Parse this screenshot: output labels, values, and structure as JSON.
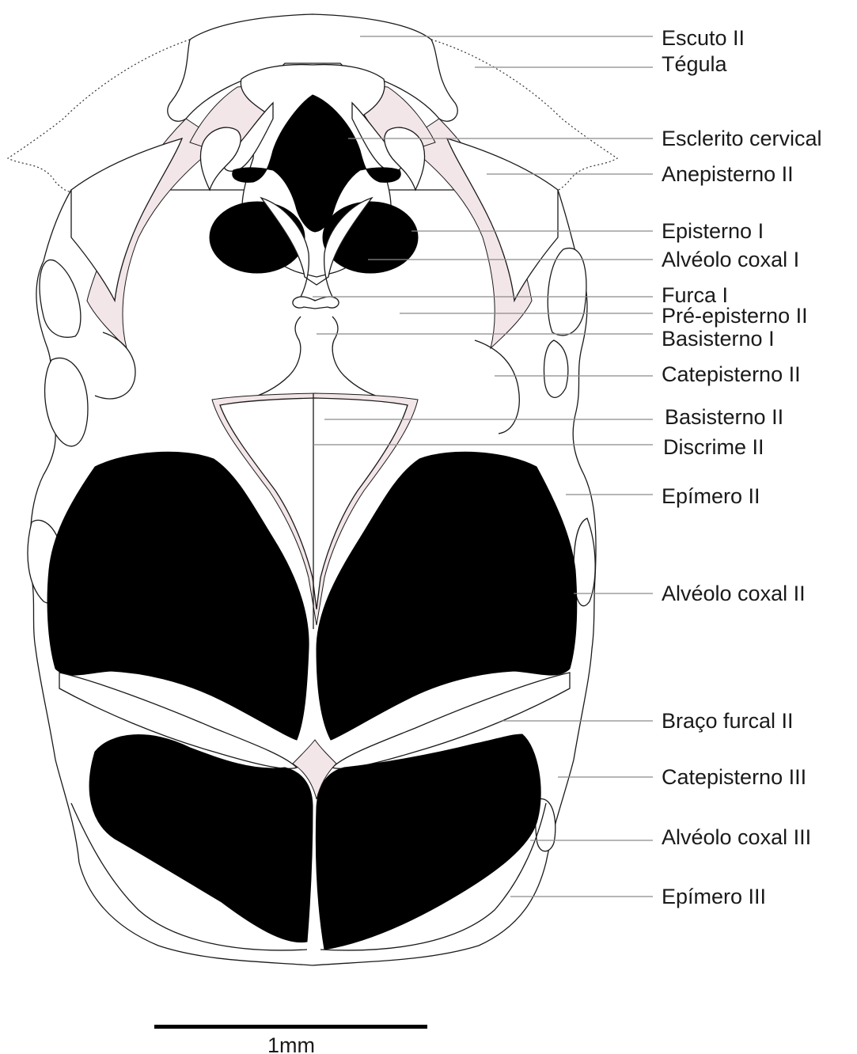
{
  "labels": [
    {
      "key": "escuto_ii",
      "text": "Escuto II"
    },
    {
      "key": "tegula",
      "text": "Tégula"
    },
    {
      "key": "esclerito_cervical",
      "text": "Esclerito cervical"
    },
    {
      "key": "anepisterno_ii",
      "text": "Anepisterno II"
    },
    {
      "key": "episterno_i",
      "text": "Episterno I"
    },
    {
      "key": "alveolo_coxal_i",
      "text": "Alvéolo coxal I"
    },
    {
      "key": "furca_i",
      "text": "Furca I"
    },
    {
      "key": "pre_episterno_ii",
      "text": "Pré-episterno II"
    },
    {
      "key": "basisterno_i",
      "text": "Basisterno I"
    },
    {
      "key": "catepisterno_ii",
      "text": "Catepisterno II"
    },
    {
      "key": "basisterno_ii",
      "text": "Basisterno II"
    },
    {
      "key": "discrime_ii",
      "text": "Discrime II"
    },
    {
      "key": "epimero_ii",
      "text": "Epímero II"
    },
    {
      "key": "alveolo_coxal_ii",
      "text": "Alvéolo coxal II"
    },
    {
      "key": "braco_furcal_ii",
      "text": "Braço furcal II"
    },
    {
      "key": "catepisterno_iii",
      "text": "Catepisterno III"
    },
    {
      "key": "alveolo_coxal_iii",
      "text": "Alvéolo coxal III"
    },
    {
      "key": "epimero_iii",
      "text": "Epímero III"
    }
  ],
  "scale_bar": {
    "label": "1mm"
  },
  "colors": {
    "coxal_cavity": "#000000",
    "membrane": "#f3e6e8",
    "outline": "#1a1a1a",
    "leader": "#8a8a8a"
  }
}
